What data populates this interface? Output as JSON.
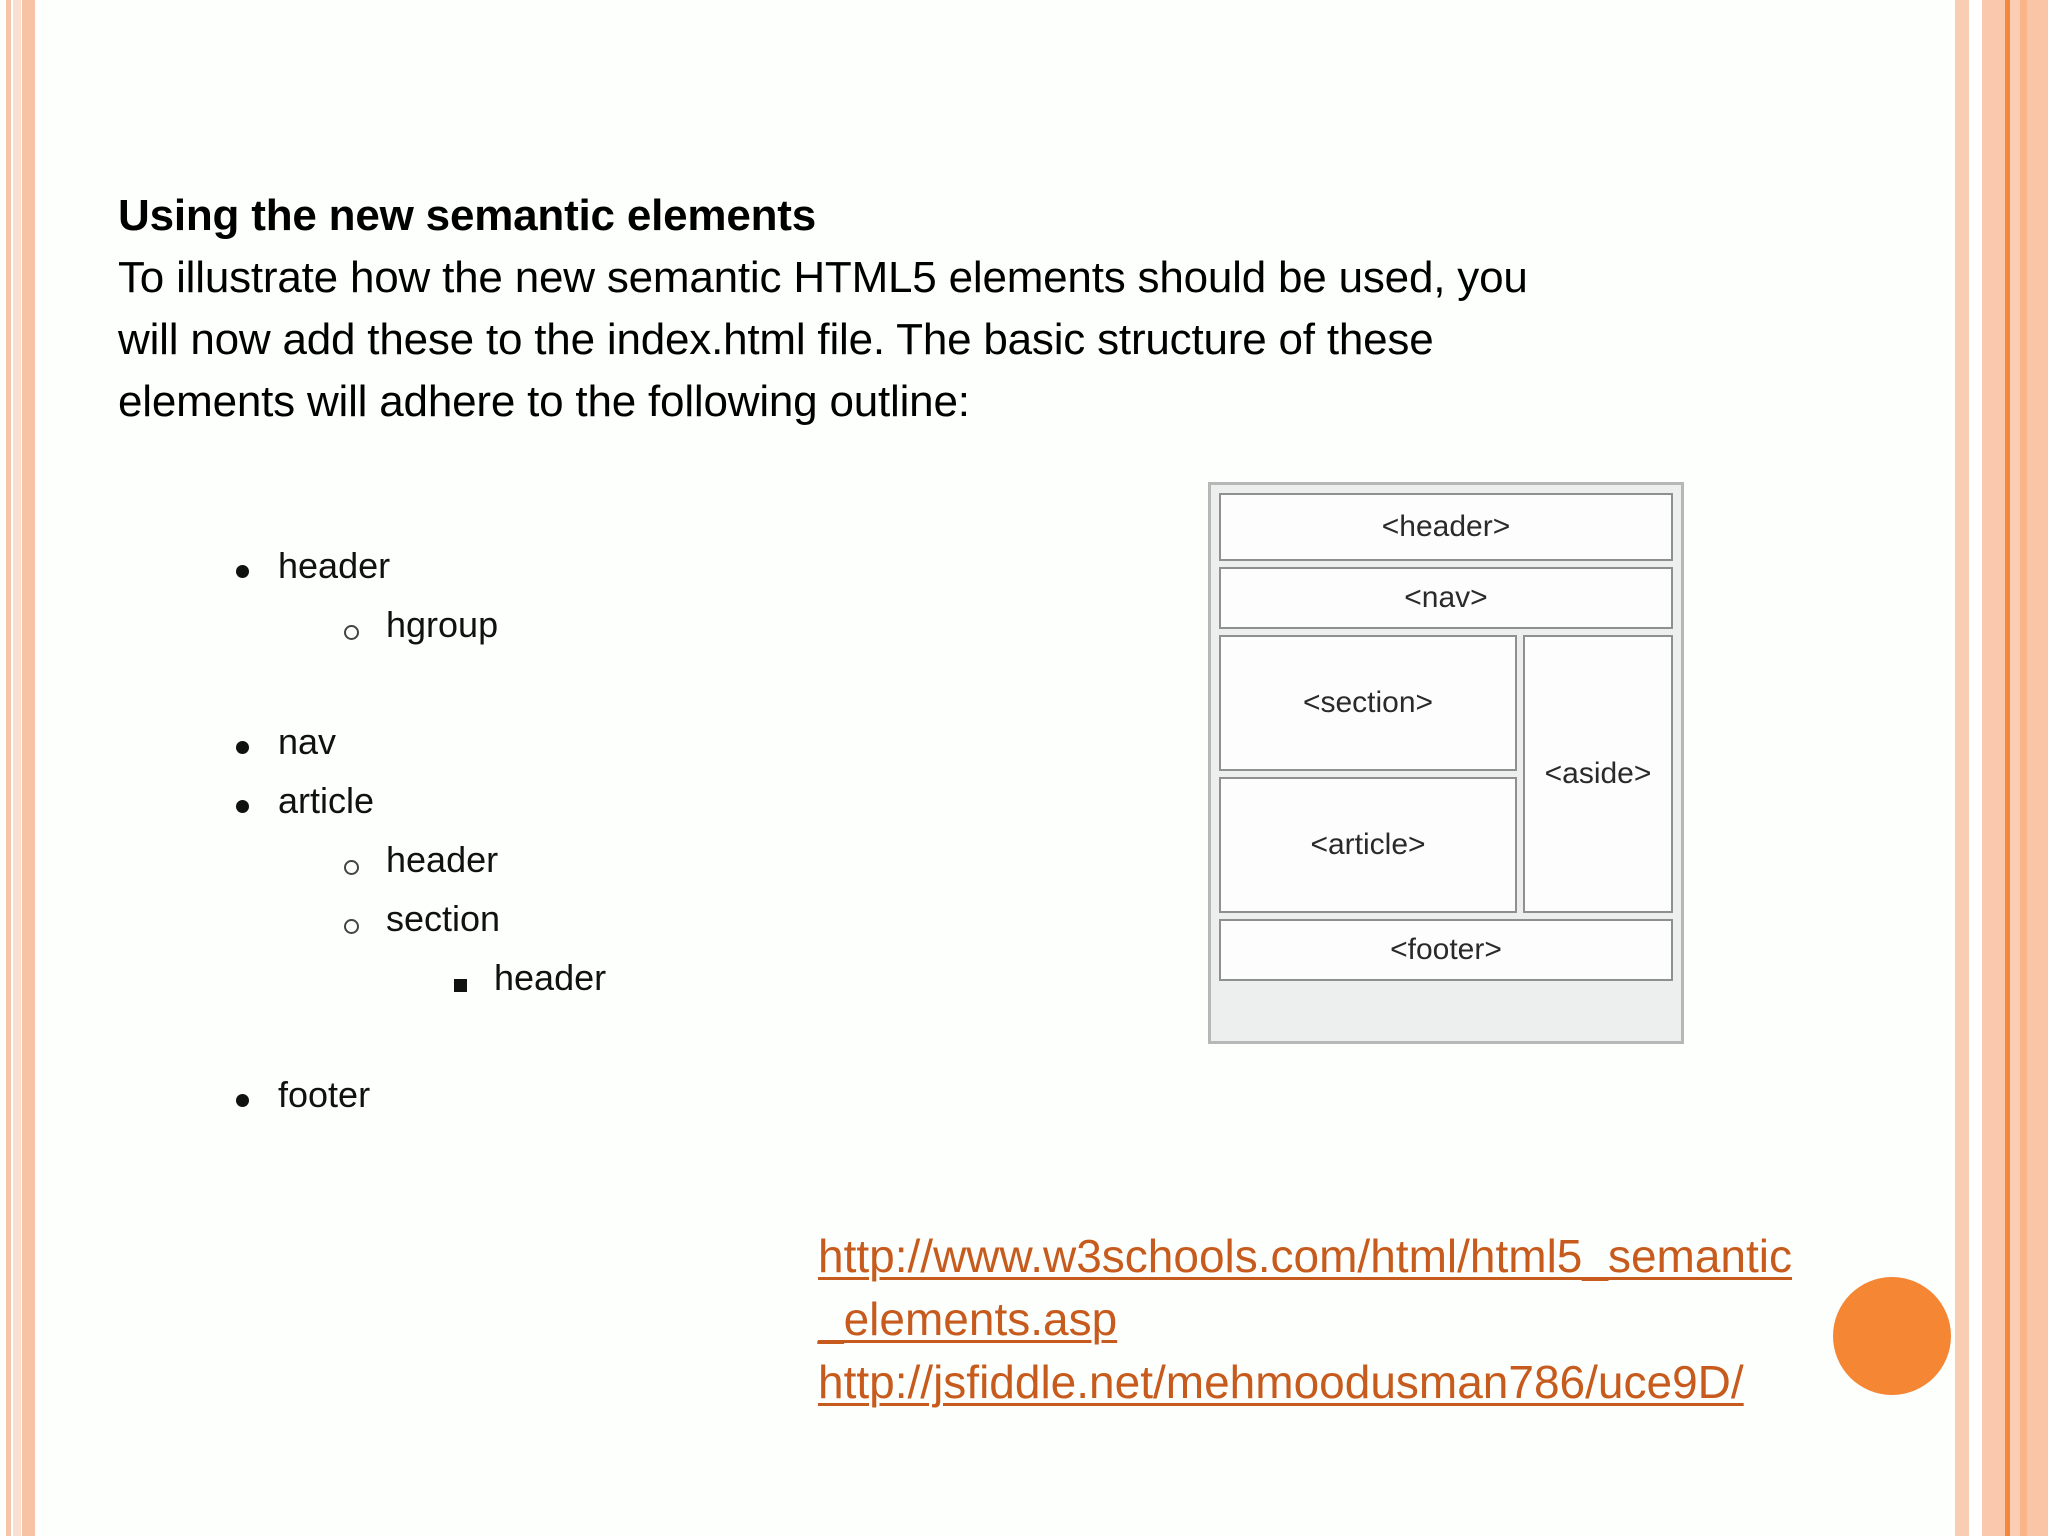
{
  "slide": {
    "heading": "Using the new semantic elements",
    "body_lines": [
      "To illustrate how the new semantic HTML5 elements should be used, you",
      "will now add these to the index.html file. The basic structure of these",
      "elements will adhere to the following outline:"
    ]
  },
  "outline": {
    "items": [
      {
        "level": 1,
        "label": "header",
        "marker": "filled-disc",
        "gap": "none"
      },
      {
        "level": 2,
        "label": "hgroup",
        "marker": "hollow-circle",
        "gap": "none"
      },
      {
        "level": 1,
        "label": "nav",
        "marker": "filled-disc",
        "gap": "large"
      },
      {
        "level": 1,
        "label": "article",
        "marker": "filled-disc",
        "gap": "none"
      },
      {
        "level": 2,
        "label": "header",
        "marker": "hollow-circle",
        "gap": "none"
      },
      {
        "level": 2,
        "label": "section",
        "marker": "hollow-circle",
        "gap": "none"
      },
      {
        "level": 3,
        "label": "header",
        "marker": "filled-square",
        "gap": "none"
      },
      {
        "level": 1,
        "label": "footer",
        "marker": "filled-disc",
        "gap": "large"
      }
    ]
  },
  "diagram": {
    "boxes": {
      "header": "<header>",
      "nav": "<nav>",
      "section": "<section>",
      "article": "<article>",
      "aside": "<aside>",
      "footer": "<footer>"
    }
  },
  "links": [
    "http://www.w3schools.com/html/html5_semantic_elements.asp",
    "http://jsfiddle.net/mehmoodusman786/uce9D/"
  ],
  "colors": {
    "accent_orange": "#F58634",
    "link_orange": "#C75B1E",
    "border_peach": "#F9C8AD",
    "page_background": "#FDFFFC"
  }
}
